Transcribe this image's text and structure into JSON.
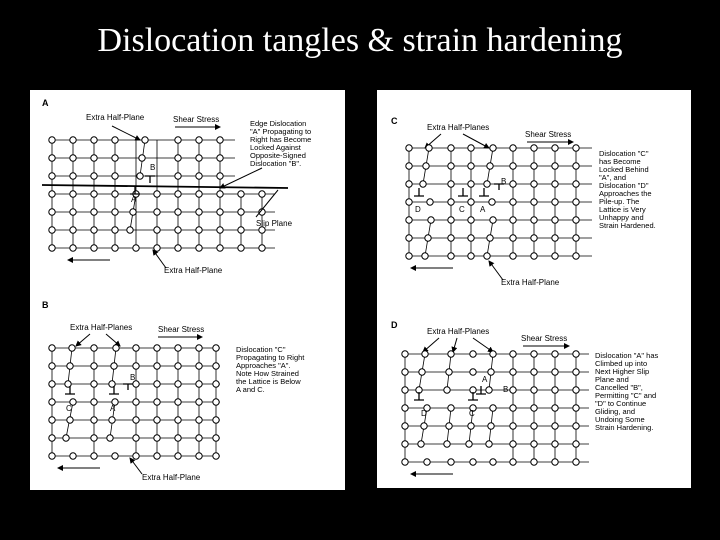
{
  "slide": {
    "title": "Dislocation tangles & strain hardening"
  },
  "panels": {
    "A": {
      "letter": "A",
      "top_label": "Extra Half-Plane",
      "shear": "Shear Stress",
      "note": [
        "Edge Dislocation",
        "\"A\" Propagating to",
        "Right has Become",
        "Locked Against",
        "Opposite-Signed",
        "Dislocation \"B\"."
      ],
      "mark_b": "B",
      "mark_a": "A",
      "slip": "Slip Plane",
      "bottom_label": "Extra Half-Plane"
    },
    "B": {
      "letter": "B",
      "top_label": "Extra Half-Planes",
      "shear": "Shear Stress",
      "note": [
        "Dislocation \"C\"",
        "Propagating to Right",
        "Approaches \"A\".",
        "Note How Strained",
        "the Lattice is Below",
        "A and C."
      ],
      "mark_b": "B",
      "mark_c": "C",
      "mark_a": "A",
      "bottom_label": "Extra Half-Plane"
    },
    "C": {
      "letter": "C",
      "top_label": "Extra Half-Planes",
      "shear": "Shear Stress",
      "note": [
        "Dislocation \"C\"",
        "has Become",
        "Locked Behind",
        "\"A\", and",
        "Dislocation \"D\"",
        "Approaches the",
        "Pile-up.  The",
        "Lattice is Very",
        "Unhappy and",
        "Strain Hardened."
      ],
      "mark_b": "B",
      "mark_d": "D",
      "mark_c": "C",
      "mark_a": "A",
      "bottom_label": "Extra Half-Plane"
    },
    "D": {
      "letter": "D",
      "top_label": "Extra Half-Planes",
      "shear": "Shear Stress",
      "note": [
        "Dislocation \"A\" has",
        "Climbed up into",
        "Next Higher Slip",
        "Plane and",
        "Cancelled \"B\",",
        "Permitting \"C\" and",
        "\"D\" to Continue",
        "Gliding, and",
        "Undoing Some",
        "Strain Hardening."
      ],
      "mark_a": "A",
      "mark_b": "B",
      "mark_d": "D",
      "mark_c": "C"
    }
  }
}
